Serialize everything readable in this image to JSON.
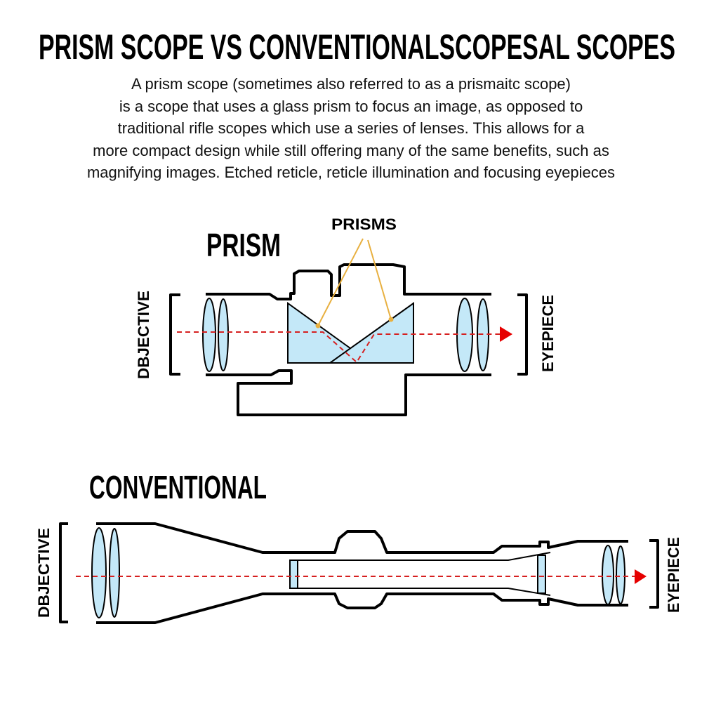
{
  "title": "PRISM SCOPE VS CONVENTIONALSCOPESAL SCOPES",
  "description_lines": [
    "A prism scope (sometimes also referred to as a prismaitc scope)",
    "is a scope that uses a glass prism to focus an  image, as opposed to",
    "traditional rifle scopes which use a series of lenses. This allows for a",
    "more compact design while still offering many of the same benefits, such as",
    "magnifying images. Etched reticle, reticle illumination and focusing eyepieces"
  ],
  "prism_diagram": {
    "heading": "PRISM",
    "callout": "PRISMS",
    "objective_label": "DBJECTIVE",
    "eyepiece_label": "EYEPIECE"
  },
  "conventional_diagram": {
    "heading": "CONVENTIONAL",
    "objective_label": "DBJECTIVE",
    "eyepiece_label": "EYEPIECE"
  },
  "colors": {
    "glass": "#c4e8f8",
    "ray": "#d62020",
    "arrow": "#e60000",
    "callout": "#e8b040"
  }
}
